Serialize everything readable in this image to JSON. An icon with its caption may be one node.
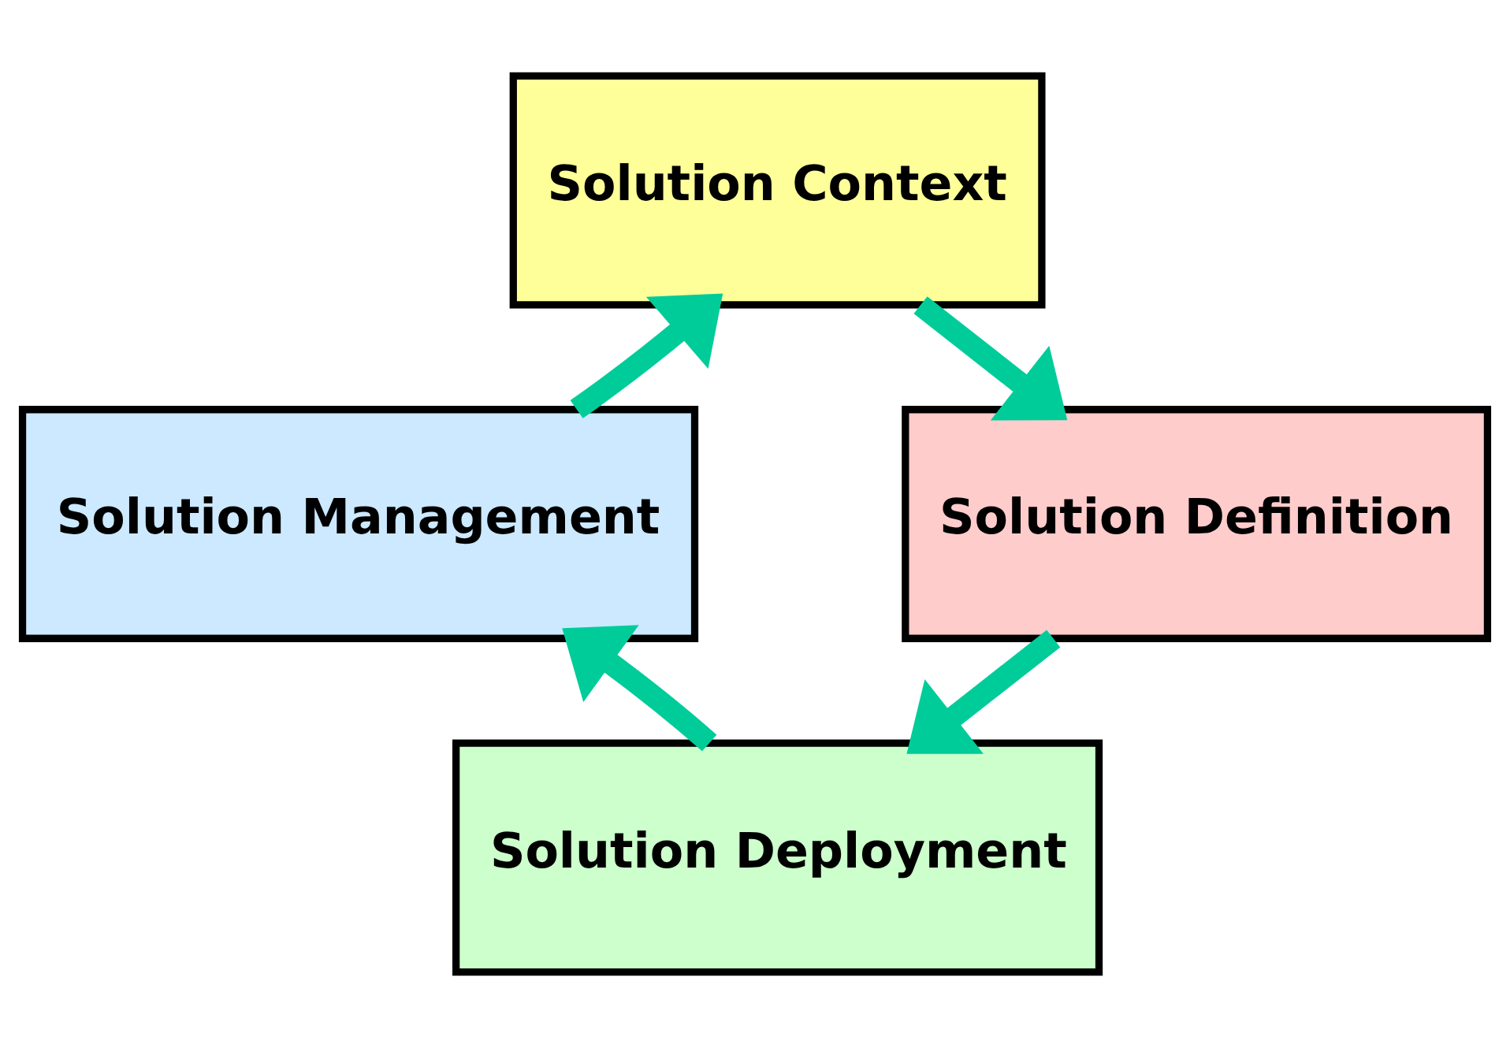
{
  "diagram": {
    "nodes": [
      {
        "text": [
          "Solution Context"
        ]
      },
      {
        "text": [
          "Solution Definition"
        ]
      },
      {
        "text": [
          "Solution Deployment"
        ]
      },
      {
        "text": [
          "Solution Management"
        ]
      }
    ],
    "edges": [
      {
        "from": 0,
        "to": 1,
        "arrow": "to"
      },
      {
        "from": 1,
        "to": 2,
        "arrow": "to"
      },
      {
        "from": 2,
        "to": 3,
        "arrow": "to"
      },
      {
        "from": 3,
        "to": 0,
        "arrow": "to"
      }
    ]
  }
}
